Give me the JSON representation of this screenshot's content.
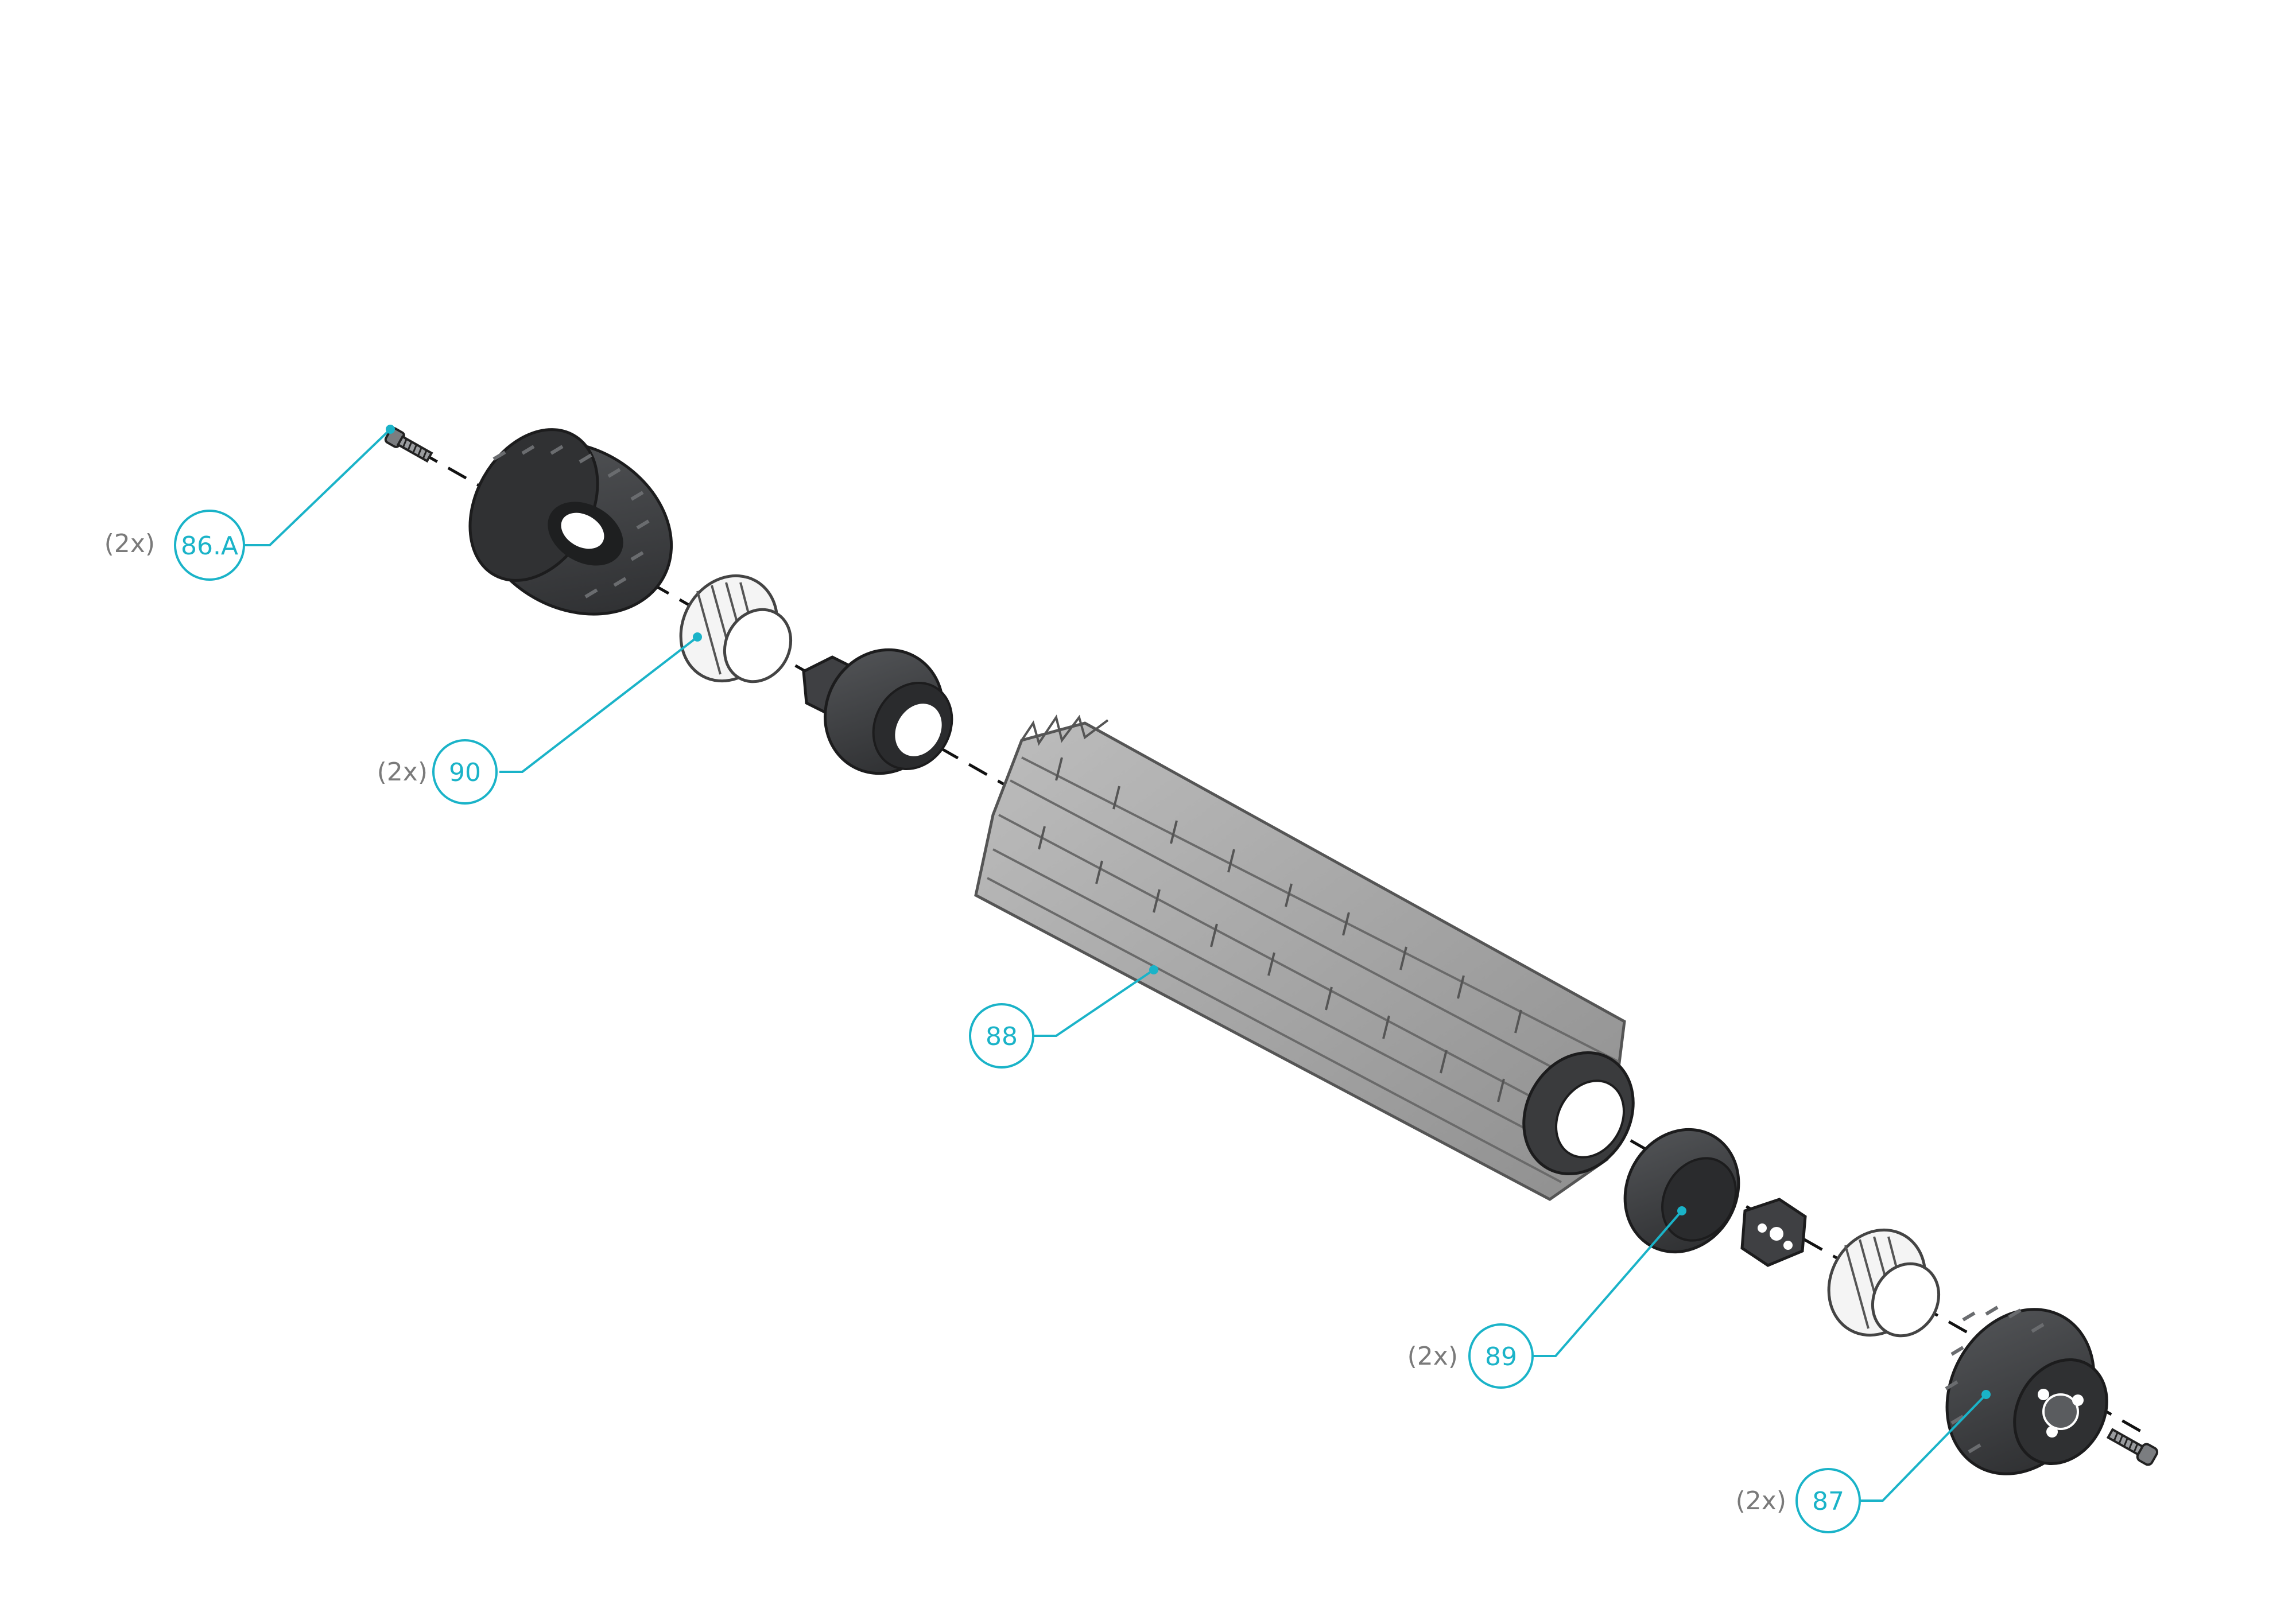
{
  "diagram": {
    "colors": {
      "callout": "#1ab3c8",
      "quantity_text": "#7a7a7a",
      "dark_part": "#3a3b3d",
      "dark_part_edge": "#1c1c1d",
      "blade": "#a8a8a8",
      "blade_edge": "#555555",
      "bushing": "#f4f4f4",
      "bushing_edge": "#444444",
      "axis_line": "#111111"
    },
    "callouts": [
      {
        "id": "86.A",
        "label": "86.A",
        "quantity": "(2x)",
        "part": "screw"
      },
      {
        "id": "90",
        "label": "90",
        "quantity": "(2x)",
        "part": "bushing"
      },
      {
        "id": "88",
        "label": "88",
        "quantity": "",
        "part": "brush-roller"
      },
      {
        "id": "89",
        "label": "89",
        "quantity": "(2x)",
        "part": "hub-adapter"
      },
      {
        "id": "87",
        "label": "87",
        "quantity": "(2x)",
        "part": "drive-pulley"
      }
    ]
  }
}
